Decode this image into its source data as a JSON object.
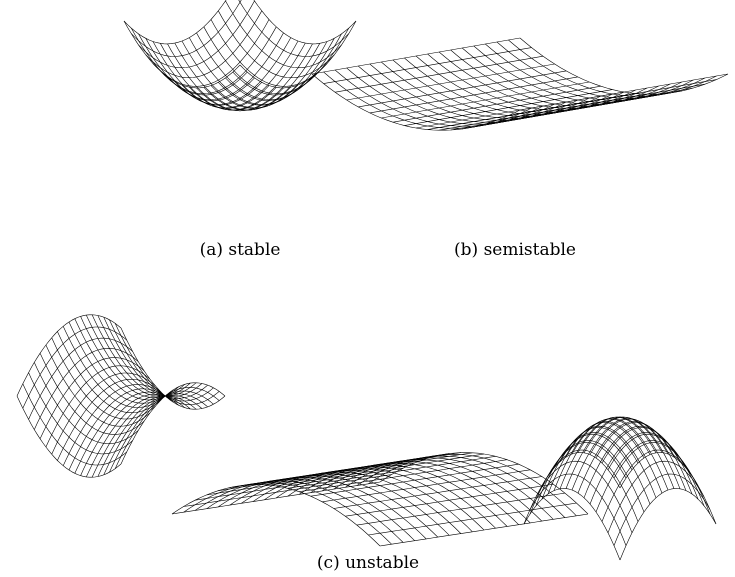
{
  "figure": {
    "captions": {
      "stable": "(a) stable",
      "semistable": "(b) semistable",
      "unstable": "(c) unstable"
    },
    "surfaces": [
      {
        "key": "stable",
        "shape": "paraboloid-bowl"
      },
      {
        "key": "semistable",
        "shape": "parabolic-trough"
      },
      {
        "key": "unstable-saddle",
        "shape": "saddle"
      },
      {
        "key": "unstable-ridge",
        "shape": "parabolic-ridge"
      },
      {
        "key": "unstable-dome",
        "shape": "paraboloid-dome"
      }
    ]
  }
}
